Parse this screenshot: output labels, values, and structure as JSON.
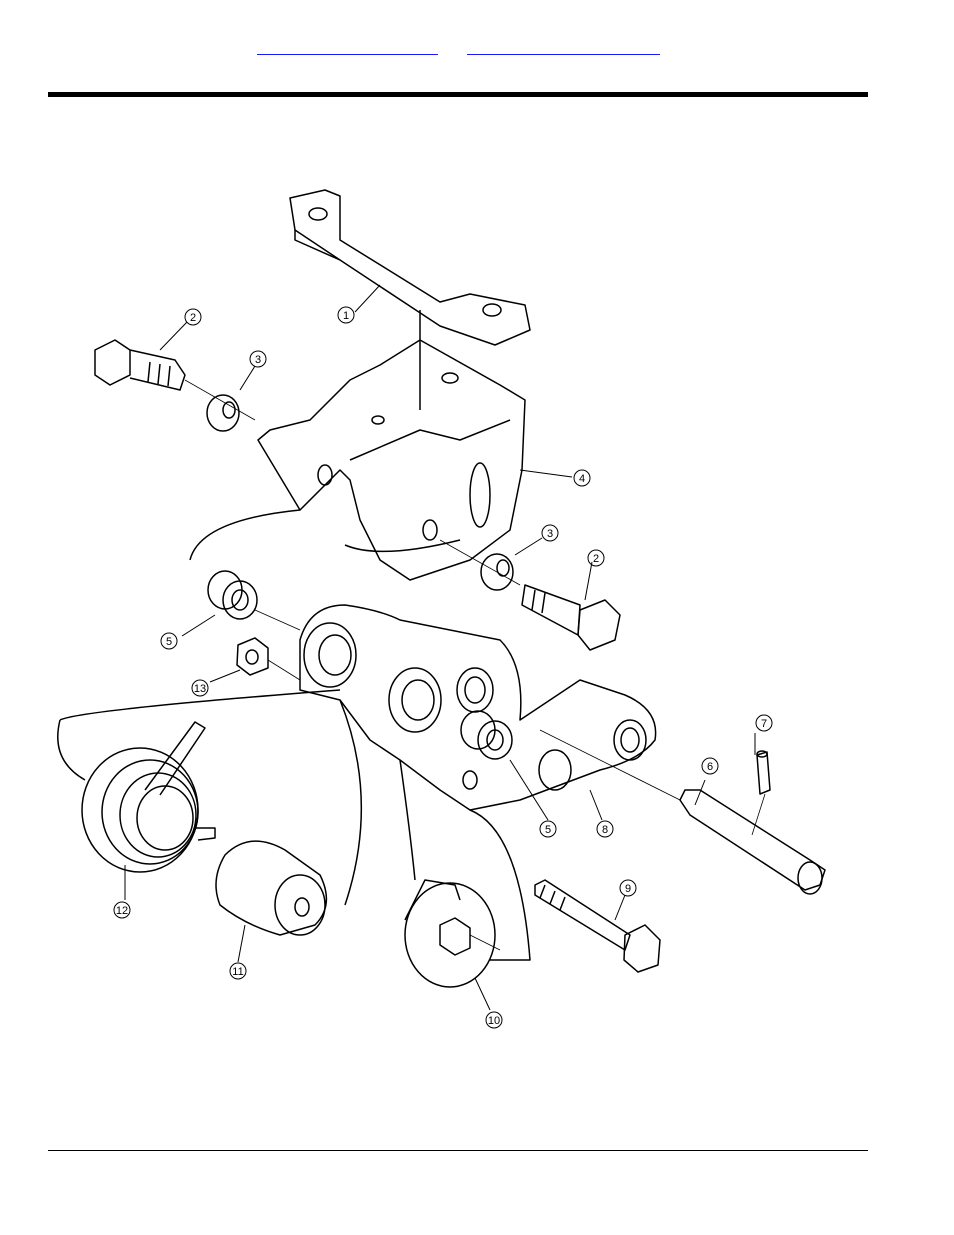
{
  "header": {
    "links": [
      "",
      ""
    ]
  },
  "diagram": {
    "callouts": [
      "1",
      "2",
      "3",
      "4",
      "3",
      "2",
      "5",
      "13",
      "12",
      "11",
      "5",
      "8",
      "6",
      "7",
      "9",
      "10"
    ]
  }
}
